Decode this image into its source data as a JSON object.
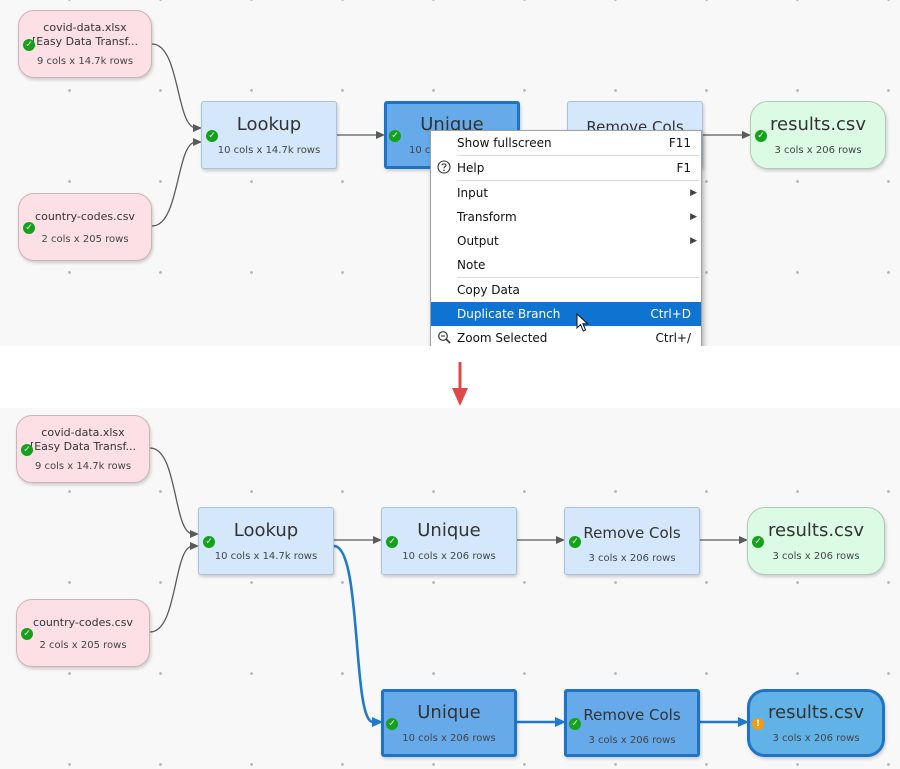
{
  "top": {
    "nodes": {
      "covid": {
        "title_line1": "covid-data.xlsx",
        "title_line2": "[Easy Data Transf...",
        "meta": "9 cols x 14.7k rows"
      },
      "country": {
        "title": "country-codes.csv",
        "meta": "2 cols x 205 rows"
      },
      "lookup": {
        "title": "Lookup",
        "meta": "10 cols x 14.7k rows"
      },
      "unique": {
        "title": "Unique",
        "meta": "10 co"
      },
      "remove": {
        "title": "Remove Cols"
      },
      "results": {
        "title": "results.csv",
        "meta": "3 cols x 206 rows"
      }
    },
    "context_menu": {
      "items": [
        {
          "label": "Show fullscreen",
          "shortcut": "F11"
        },
        {
          "label": "Help",
          "shortcut": "F1",
          "icon": "help-icon"
        },
        {
          "label": "Input",
          "submenu": "▶"
        },
        {
          "label": "Transform",
          "submenu": "▶"
        },
        {
          "label": "Output",
          "submenu": "▶"
        },
        {
          "label": "Note"
        },
        {
          "label": "Copy Data"
        },
        {
          "label": "Duplicate Branch",
          "shortcut": "Ctrl+D",
          "highlighted": true
        },
        {
          "label": "Zoom Selected",
          "shortcut": "Ctrl+/",
          "icon": "zoom-icon"
        }
      ]
    }
  },
  "bottom": {
    "nodes": {
      "covid": {
        "title_line1": "covid-data.xlsx",
        "title_line2": "[Easy Data Transf...",
        "meta": "9 cols x 14.7k rows"
      },
      "country": {
        "title": "country-codes.csv",
        "meta": "2 cols x 205 rows"
      },
      "lookup": {
        "title": "Lookup",
        "meta": "10 cols x 14.7k rows"
      },
      "unique": {
        "title": "Unique",
        "meta": "10 cols x 206 rows"
      },
      "remove": {
        "title": "Remove Cols",
        "meta": "3 cols x 206 rows"
      },
      "results": {
        "title": "results.csv",
        "meta": "3 cols x 206 rows"
      },
      "unique_dup": {
        "title": "Unique",
        "meta": "10 cols x 206 rows"
      },
      "remove_dup": {
        "title": "Remove Cols",
        "meta": "3 cols x 206 rows"
      },
      "results_dup": {
        "title": "results.csv",
        "meta": "3 cols x 206 rows"
      }
    }
  },
  "icons": {
    "ok": "✓",
    "warn": "!"
  },
  "colors": {
    "input_node": "#fde0e6",
    "transform_node": "#d5e8fb",
    "output_node": "#dcfbe4",
    "selection": "#1f73c6",
    "menu_highlight": "#0f73d2",
    "ok_status": "#13a21a",
    "warn_status": "#f39b12",
    "transition_arrow": "#e04848"
  }
}
